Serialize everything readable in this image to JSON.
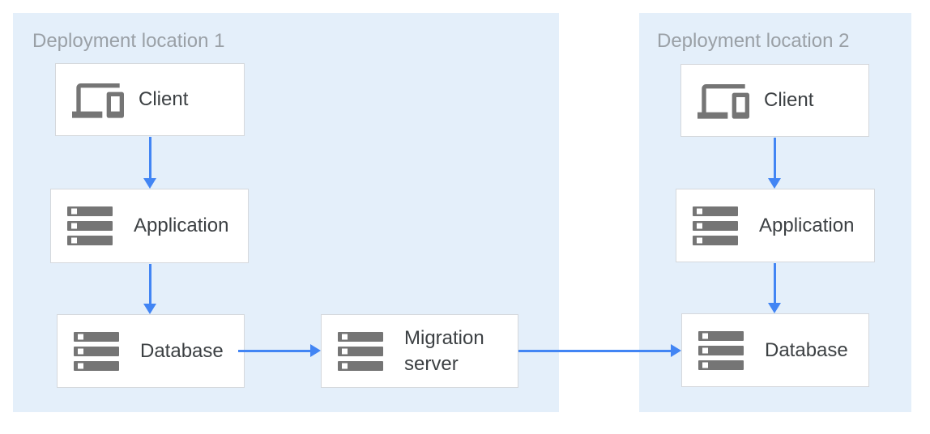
{
  "diagram_title": "",
  "colors": {
    "page_bg": "#ffffff",
    "panel_bg": "#e4effa",
    "box_bg": "#ffffff",
    "box_border": "#d5d8dc",
    "icon_gray": "#757575",
    "node_text": "#3c4043",
    "panel_label_text": "#9aa0a6",
    "arrow_blue": "#4285f4"
  },
  "panels": {
    "panel1": {
      "label": "Deployment location 1"
    },
    "panel2": {
      "label": "Deployment location 2"
    }
  },
  "nodes": {
    "client1": {
      "label": "Client",
      "icon": "devices-icon",
      "panel": "Deployment location 1"
    },
    "application1": {
      "label": "Application",
      "icon": "server-stack-icon",
      "panel": "Deployment location 1"
    },
    "database1": {
      "label": "Database",
      "icon": "server-stack-icon",
      "panel": "Deployment location 1"
    },
    "migration_server": {
      "label": "Migration server",
      "icon": "server-stack-icon",
      "panel": "Deployment location 1"
    },
    "client2": {
      "label": "Client",
      "icon": "devices-icon",
      "panel": "Deployment location 2"
    },
    "application2": {
      "label": "Application",
      "icon": "server-stack-icon",
      "panel": "Deployment location 2"
    },
    "database2": {
      "label": "Database",
      "icon": "server-stack-icon",
      "panel": "Deployment location 2"
    }
  },
  "edges": [
    {
      "from": "client1",
      "to": "application1",
      "direction": "down"
    },
    {
      "from": "application1",
      "to": "database1",
      "direction": "down"
    },
    {
      "from": "database1",
      "to": "migration_server",
      "direction": "right"
    },
    {
      "from": "migration_server",
      "to": "database2",
      "direction": "right"
    },
    {
      "from": "client2",
      "to": "application2",
      "direction": "down"
    },
    {
      "from": "application2",
      "to": "database2",
      "direction": "down"
    }
  ]
}
